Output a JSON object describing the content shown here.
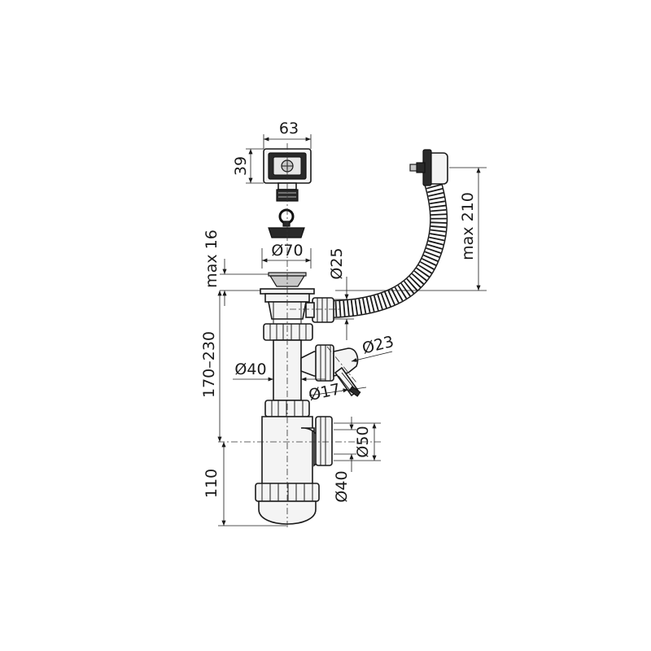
{
  "dimensions": {
    "width_63": "63",
    "height_39": "39",
    "max_16": "max 16",
    "dia_70": "Ø70",
    "dia_25": "Ø25",
    "max_210": "max 210",
    "range_170_230": "170–230",
    "dia_40_pipe": "Ø40",
    "dia_23": "Ø23",
    "dia_17": "Ø17",
    "dia_50": "Ø50",
    "dia_40_outlet": "Ø40",
    "height_110": "110"
  }
}
